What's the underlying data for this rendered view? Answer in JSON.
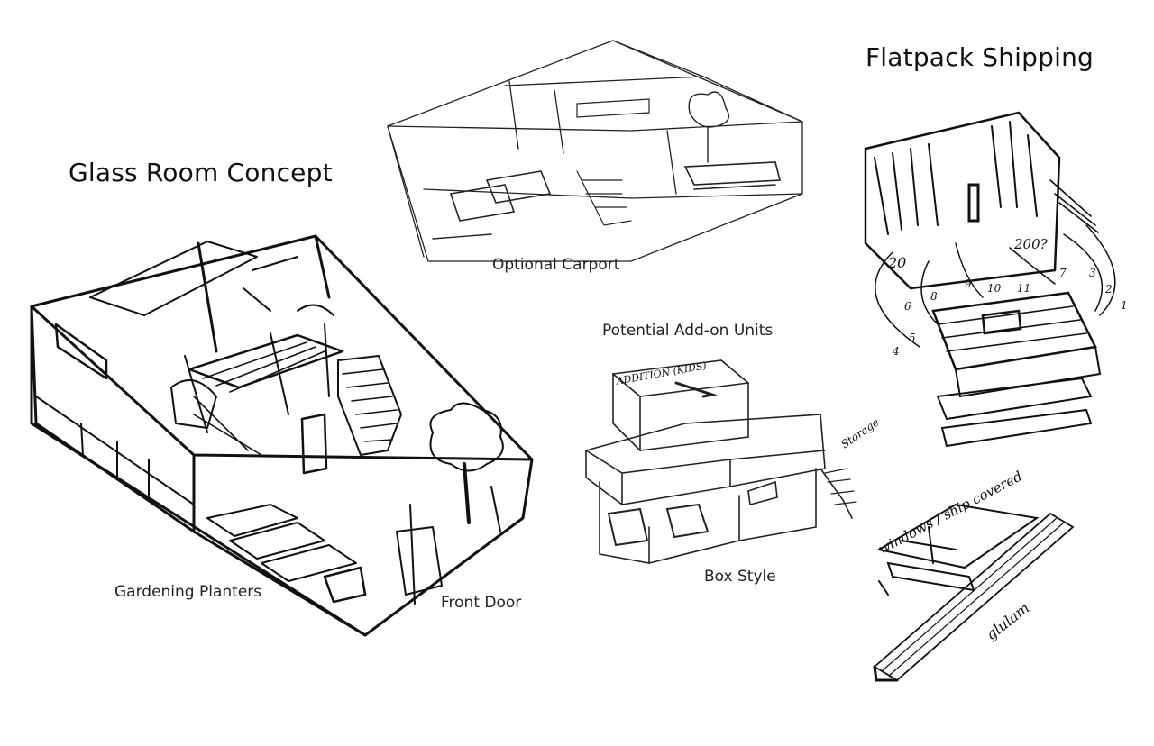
{
  "titles": {
    "glass_room": "Glass Room Concept",
    "flatpack": "Flatpack Shipping"
  },
  "labels": {
    "optional_carport": "Optional Carport",
    "potential_addons": "Potential Add-on Units",
    "box_style": "Box Style",
    "gardening_planters": "Gardening Planters",
    "front_door": "Front Door"
  },
  "handwritten": {
    "addition_kids": "ADDITION (KIDS)",
    "storage": "Storage",
    "windows_ship_covered": "windows / ship covered",
    "glulam": "glulam",
    "numbers": [
      "20",
      "6",
      "8",
      "9",
      "10",
      "11",
      "7",
      "3",
      "2",
      "1",
      "4",
      "5",
      "200?"
    ]
  },
  "colors": {
    "ink": "#111111",
    "paper": "#ffffff",
    "shade": "#555555"
  }
}
